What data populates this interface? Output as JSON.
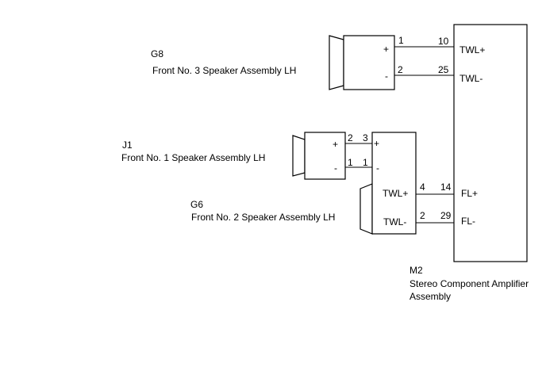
{
  "components": {
    "m2": {
      "code": "M2",
      "name_line1": "Stereo Component Amplifier",
      "name_line2": "Assembly",
      "pins": {
        "twl_pos": "TWL+",
        "twl_neg": "TWL-",
        "fl_pos": "FL+",
        "fl_neg": "FL-"
      }
    },
    "g8": {
      "code": "G8",
      "name": "Front No. 3 Speaker Assembly LH",
      "plus": "+",
      "minus": "-"
    },
    "j1": {
      "code": "J1",
      "name": "Front No. 1 Speaker Assembly LH",
      "plus": "+",
      "minus": "-",
      "out_plus": "+",
      "out_minus": "-"
    },
    "g6": {
      "code": "G6",
      "name": "Front No. 2 Speaker Assembly LH",
      "twl_pos": "TWL+",
      "twl_neg": "TWL-"
    }
  },
  "pin_numbers": {
    "g8_plus": "1",
    "g8_minus": "2",
    "m2_twl_pos": "10",
    "m2_twl_neg": "25",
    "j1_left_plus": "2",
    "j1_left_minus": "1",
    "j1_right_plus": "3",
    "j1_right_minus": "1",
    "g6_twl_pos": "4",
    "g6_twl_neg": "2",
    "m2_fl_pos": "14",
    "m2_fl_neg": "29"
  }
}
